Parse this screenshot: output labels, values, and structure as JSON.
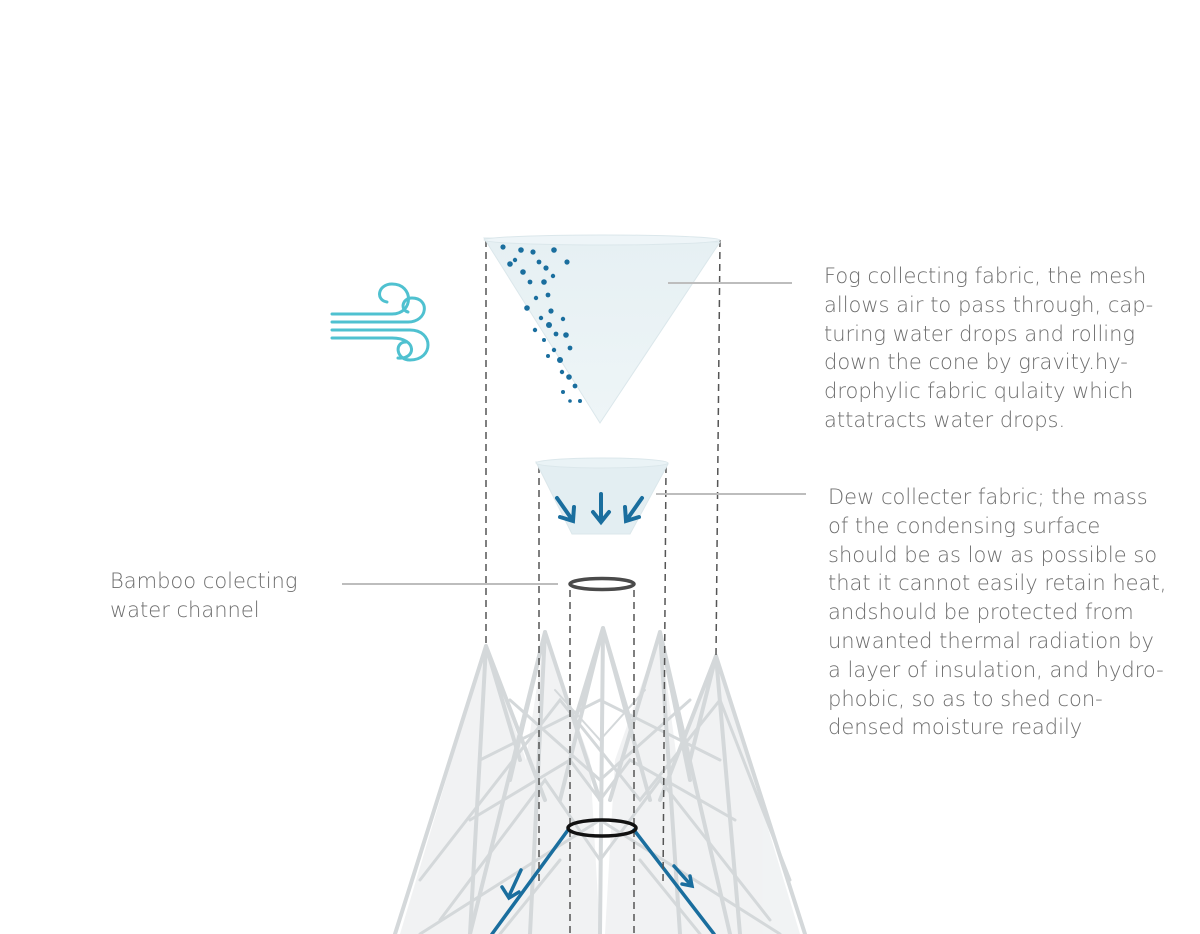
{
  "annotations": {
    "fog_fabric": [
      "Fog collecting fabric, the mesh",
      "allows air to pass through, cap-",
      "turing water drops and rolling",
      "down the  cone by gravity.hy-",
      "drophylic fabric qulaity which",
      "attatracts water drops."
    ],
    "dew_fabric": [
      "Dew collecter fabric; the mass",
      "of the condensing surface",
      "should be as low as possible so",
      "that it cannot easily retain heat,",
      "andshould be protected from",
      "unwanted thermal radiation by",
      "a layer of insulation, and hydro-",
      "phobic, so as to shed con-",
      "densed moisture readily"
    ],
    "bamboo_channel": [
      "Bamboo colecting",
      "water channel"
    ]
  },
  "icons": {
    "wind": "wind-icon",
    "water_drops": "water-drop-icon",
    "flow_arrows": "arrow-down-icon"
  },
  "colors": {
    "accent_blue": "#1a6e9e",
    "wind_teal": "#4fc1d0",
    "fabric_fill": "#e3eef2",
    "structure": "#d0d4d6",
    "text": "#6e6e6e",
    "dashed_guide": "#555555"
  }
}
